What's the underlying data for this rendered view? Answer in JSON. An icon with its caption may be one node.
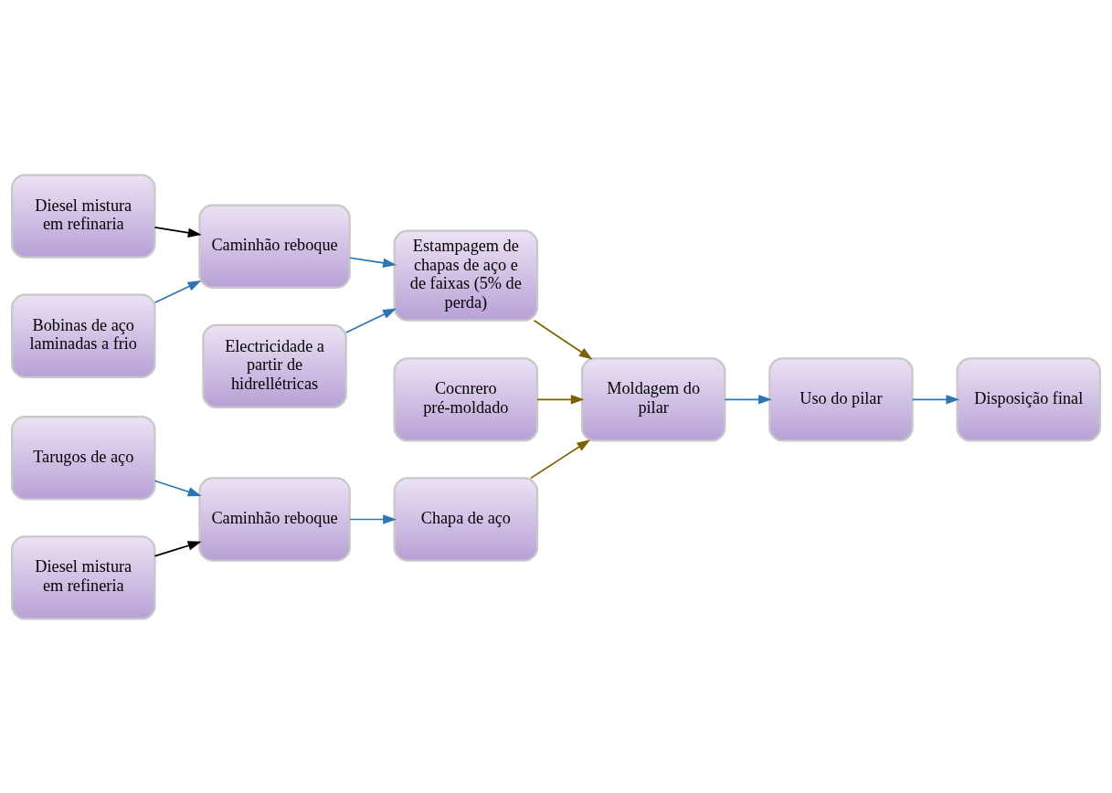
{
  "diagram": {
    "nodes": [
      {
        "text": [
          "Diesel mistura em refinaria"
        ]
      },
      {
        "text": [
          "Electricidade a partir de hidrellétricas"
        ]
      },
      {
        "text": [
          "Bobinas de aço laminadas a frio"
        ]
      },
      {
        "text": [
          "Caminhão reboque"
        ]
      },
      {
        "text": [
          "Estampagem de chapas de aço e de faixas (5% de perda)"
        ]
      },
      {
        "text": [
          "Cocnrero pré-moldado"
        ]
      },
      {
        "text": [
          "Moldagem do pilar"
        ]
      },
      {
        "text": [
          "Uso do pilar"
        ]
      },
      {
        "text": [
          "Disposição final"
        ]
      },
      {
        "text": [
          "Tarugos de aço"
        ]
      },
      {
        "text": [
          "Caminhão reboque"
        ]
      },
      {
        "text": [
          "Chapa de aço"
        ]
      },
      {
        "text": [
          "Diesel mistura em refineria"
        ]
      }
    ],
    "edges": [
      {
        "from": 0,
        "to": 3,
        "arrow": "to",
        "color": "#000000"
      },
      {
        "from": 2,
        "to": 3,
        "arrow": "to"
      },
      {
        "from": 3,
        "to": 4,
        "arrow": "to"
      },
      {
        "from": 1,
        "to": 4,
        "arrow": "to"
      },
      {
        "from": 4,
        "to": 6,
        "arrow": "to",
        "color": "#7f6000"
      },
      {
        "from": 5,
        "to": 6,
        "arrow": "to",
        "color": "#7f6000"
      },
      {
        "from": 6,
        "to": 7,
        "arrow": "to"
      },
      {
        "from": 7,
        "to": 8,
        "arrow": "to"
      },
      {
        "from": 9,
        "to": 10,
        "arrow": "to"
      },
      {
        "from": 10,
        "to": 11,
        "arrow": "to"
      },
      {
        "from": 11,
        "to": 6,
        "arrow": "to",
        "color": "#7f6000"
      },
      {
        "from": 12,
        "to": 10,
        "arrow": "to",
        "color": "#000000"
      }
    ]
  }
}
